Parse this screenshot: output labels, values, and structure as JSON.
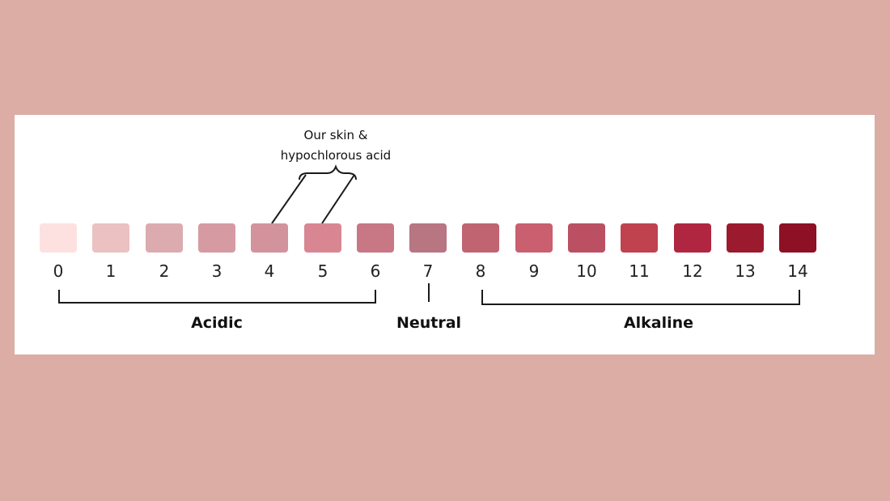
{
  "scale": [
    {
      "label": "0",
      "color": "#fde1e1"
    },
    {
      "label": "1",
      "color": "#ecc1c1"
    },
    {
      "label": "2",
      "color": "#dcabb0"
    },
    {
      "label": "3",
      "color": "#d69aa3"
    },
    {
      "label": "4",
      "color": "#d2939d"
    },
    {
      "label": "5",
      "color": "#d88792"
    },
    {
      "label": "6",
      "color": "#c87784"
    },
    {
      "label": "7",
      "color": "#b87582"
    },
    {
      "label": "8",
      "color": "#c06472"
    },
    {
      "label": "9",
      "color": "#c95f6f"
    },
    {
      "label": "10",
      "color": "#ba5062"
    },
    {
      "label": "11",
      "color": "#c0424f"
    },
    {
      "label": "12",
      "color": "#b02640"
    },
    {
      "label": "13",
      "color": "#9c1a2e"
    },
    {
      "label": "14",
      "color": "#8e1024"
    }
  ],
  "groups": {
    "acidic": "Acidic",
    "neutral": "Neutral",
    "alkaline": "Alkaline"
  },
  "callout": {
    "line1": "Our skin &",
    "line2": "hypochlorous acid"
  },
  "colors": {
    "background": "#dbada5",
    "card": "#ffffff",
    "line": "#1a1a1a"
  }
}
